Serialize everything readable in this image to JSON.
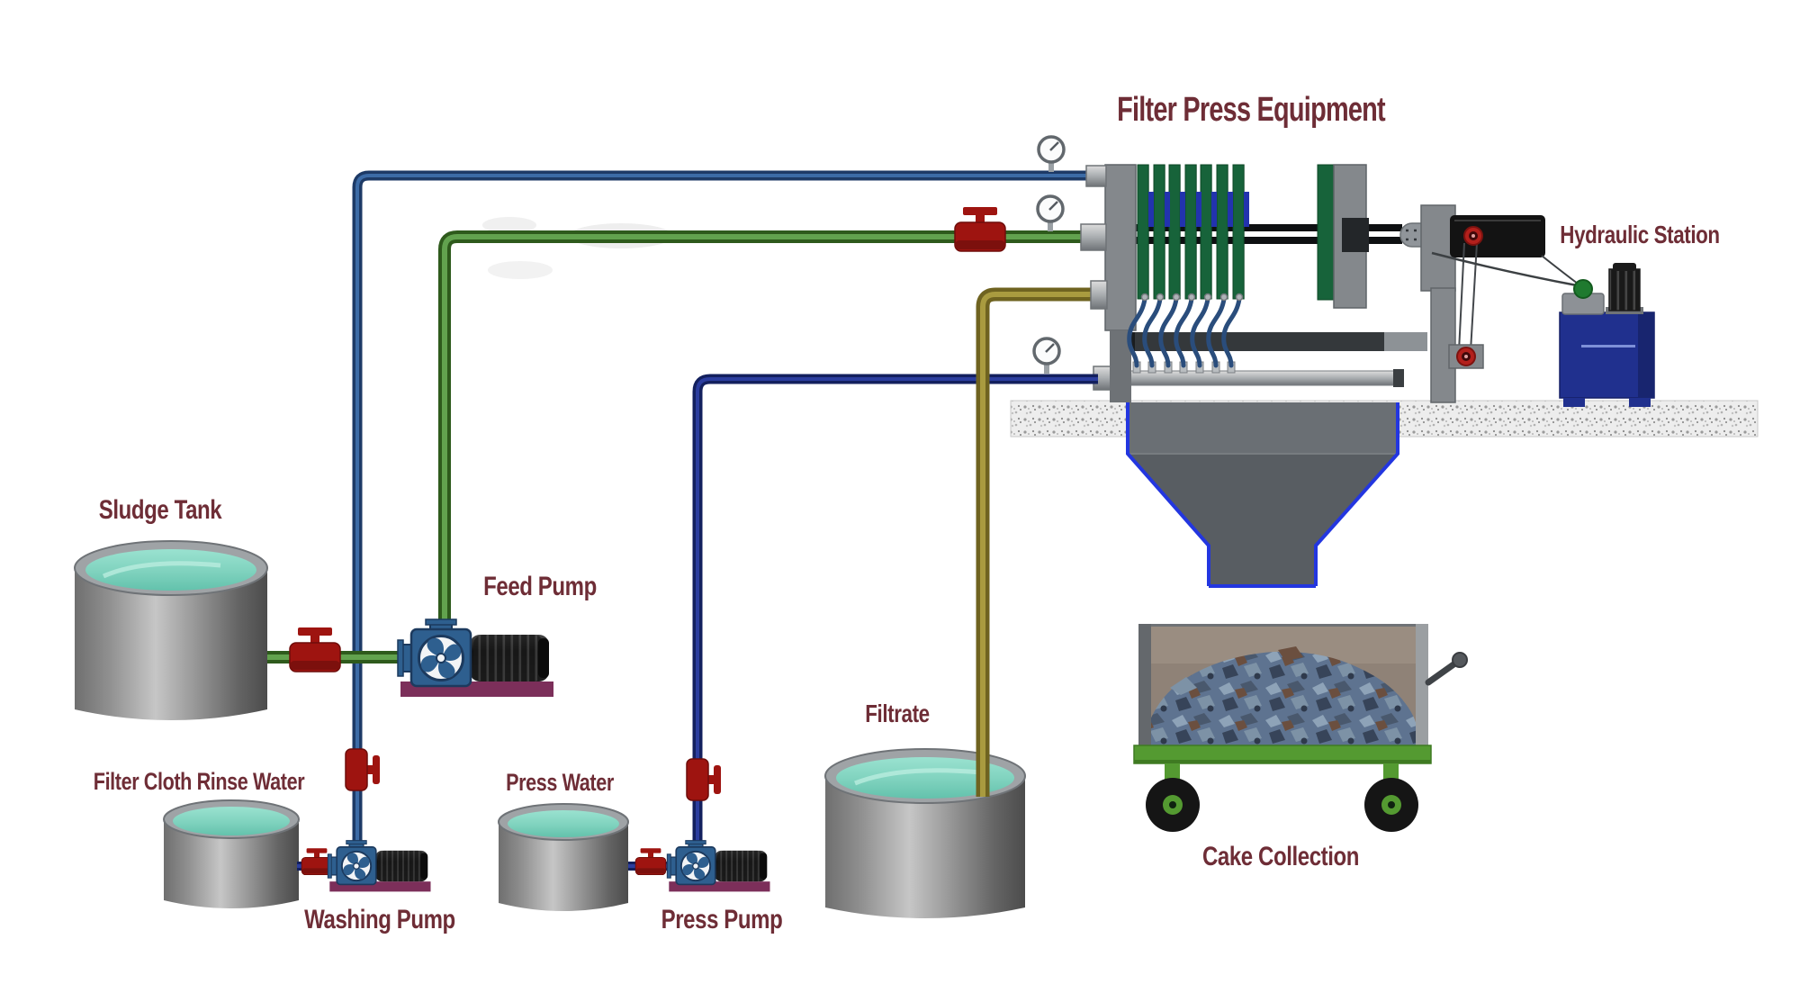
{
  "title": "Filter Press Equipment",
  "labels": {
    "hydraulic_station": "Hydraulic Station",
    "sludge_tank": "Sludge Tank",
    "feed_pump": "Feed Pump",
    "filter_cloth_rinse_water": "Filter Cloth Rinse Water",
    "washing_pump": "Washing Pump",
    "press_water": "Press Water",
    "press_pump": "Press Pump",
    "filtrate": "Filtrate",
    "cake_collection": "Cake Collection"
  },
  "colors": {
    "label_text": "#6e2d36",
    "feed_pipe_green": "#4e8c3c",
    "wash_pipe_blue": "#27487a",
    "filtrate_pipe_olive": "#8d7f2c",
    "press_pipe_navy": "#1a2a6e",
    "valve_red": "#9e1410",
    "filter_plate_green": "#17633a",
    "plate_slot_blue": "#2233ae",
    "pump_body_blue": "#2e5f8f",
    "pump_base_maroon": "#7c2f5a",
    "tank_water_teal": "#7fd2be",
    "hydraulic_tank_blue": "#20308e",
    "cart_deck_green": "#549a31",
    "hopper_outline_blue": "#2336e0",
    "machine_gray": "#7e8285"
  }
}
